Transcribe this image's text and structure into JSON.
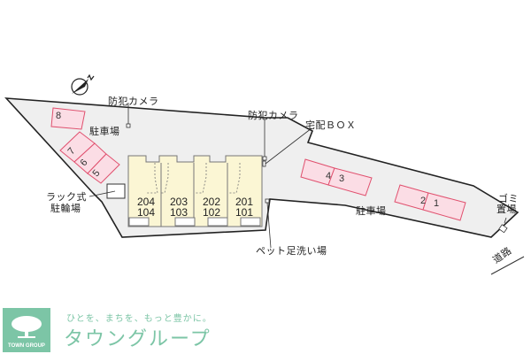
{
  "map": {
    "labels": {
      "camera_left": "防犯カメラ",
      "camera_right": "防犯カメラ",
      "delivery_box": "宅配ＢＯＸ",
      "parking_left": "駐車場",
      "parking_right": "駐車場",
      "bike_rack_line1": "ラック式",
      "bike_rack_line2": "駐輪場",
      "pet_wash": "ペット足洗い場",
      "garbage_line1": "ゴミ",
      "garbage_line2": "置場",
      "road": "道路"
    },
    "units": [
      {
        "upper": "204",
        "lower": "104"
      },
      {
        "upper": "203",
        "lower": "103"
      },
      {
        "upper": "202",
        "lower": "102"
      },
      {
        "upper": "201",
        "lower": "101"
      }
    ],
    "parking_slots": [
      "1",
      "2",
      "3",
      "4",
      "5",
      "6",
      "7",
      "8"
    ],
    "compass": "N",
    "colors": {
      "lot_fill": "#efefef",
      "building_fill": "#fbf6d4",
      "slot_fill": "#fbdde5",
      "slot_stroke": "#e0506e",
      "brand": "#7cc5a6"
    }
  },
  "branding": {
    "tagline": "ひとを、まちを、もっと豊かに。",
    "name": "タウングループ",
    "name_en": "TOWN GROUP"
  }
}
